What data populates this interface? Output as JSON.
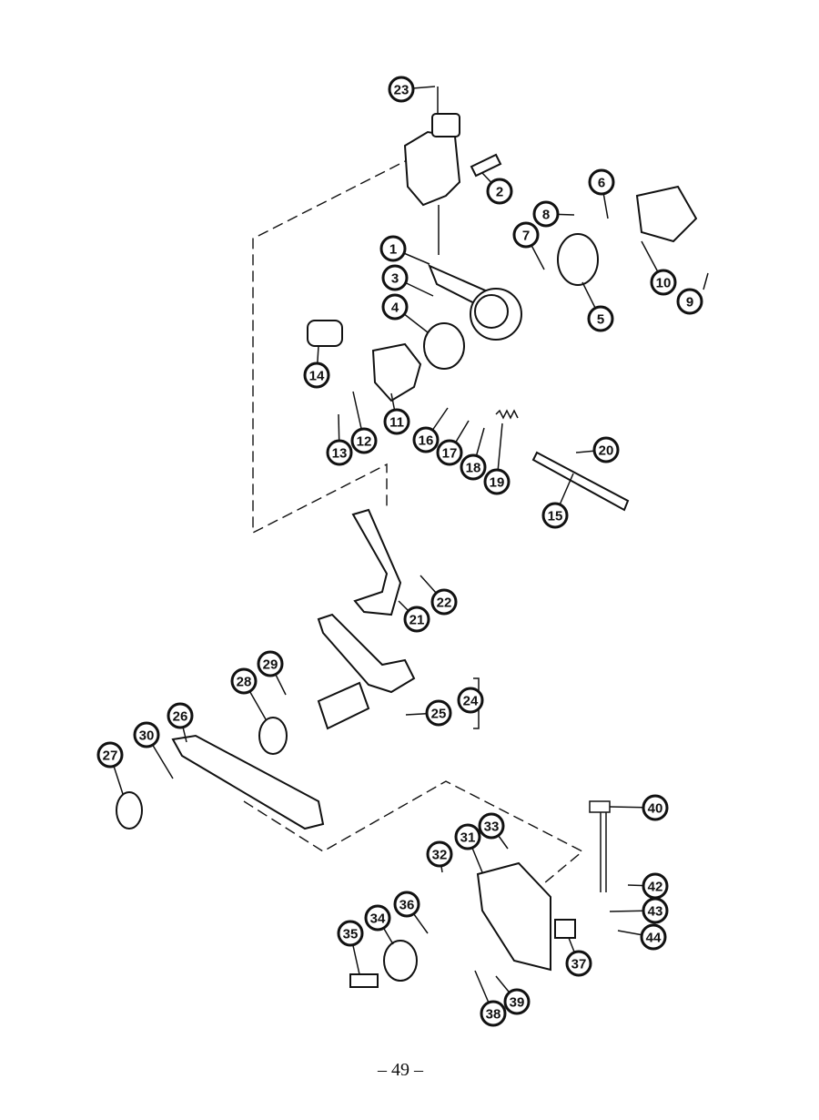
{
  "diagram": {
    "callouts": [
      "23",
      "2",
      "6",
      "8",
      "7",
      "1",
      "3",
      "10",
      "9",
      "4",
      "5",
      "14",
      "11",
      "16",
      "12",
      "13",
      "17",
      "20",
      "18",
      "19",
      "15",
      "22",
      "21",
      "29",
      "28",
      "24",
      "25",
      "26",
      "30",
      "27",
      "40",
      "33",
      "31",
      "32",
      "36",
      "42",
      "34",
      "43",
      "35",
      "44",
      "37",
      "39",
      "38"
    ]
  },
  "page_number": "– 49 –"
}
